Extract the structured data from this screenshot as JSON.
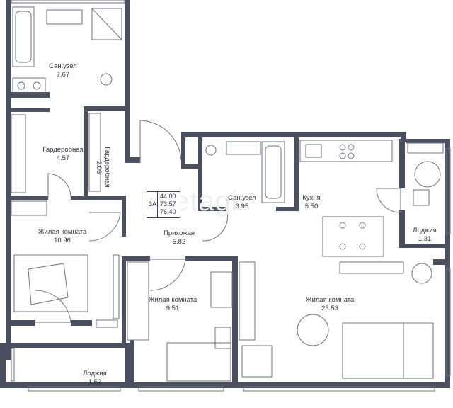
{
  "watermark": "etagi",
  "apartment": {
    "type": "3А",
    "areas": [
      "44.00",
      "73.57",
      "76.40"
    ]
  },
  "rooms": [
    {
      "id": "bath-1",
      "name": "Сан.узел",
      "area": "7.67"
    },
    {
      "id": "wardrobe-1",
      "name": "Гардеробная",
      "area": "4.57"
    },
    {
      "id": "wardrobe-2",
      "name": "Гардеробная",
      "area": "2.06"
    },
    {
      "id": "bath-2",
      "name": "Сан.узел",
      "area": "3.95"
    },
    {
      "id": "kitchen",
      "name": "Кухня",
      "area": "5.50"
    },
    {
      "id": "loggia-1",
      "name": "Лоджия",
      "area": "1.31"
    },
    {
      "id": "living-1",
      "name": "Жилая комната",
      "area": "10.96"
    },
    {
      "id": "hall",
      "name": "Прихожая",
      "area": "5.82"
    },
    {
      "id": "living-2",
      "name": "Жилая комната",
      "area": "9.51"
    },
    {
      "id": "living-3",
      "name": "Жилая комната",
      "area": "23.53"
    },
    {
      "id": "loggia-2",
      "name": "Лоджия",
      "area": "1.52"
    }
  ],
  "colors": {
    "wall": "#4a5060",
    "fixture": "#6b7280",
    "text": "#2e3440"
  }
}
